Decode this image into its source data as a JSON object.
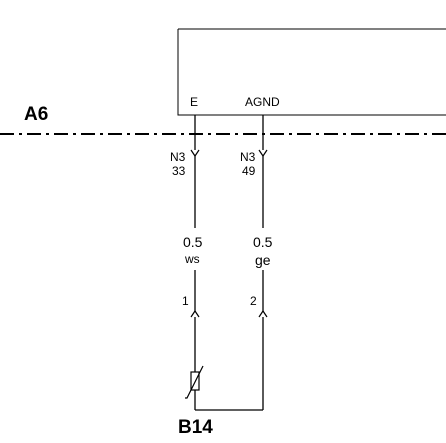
{
  "module_a6": {
    "label": "A6",
    "pin_e": "E",
    "pin_agnd": "AGND"
  },
  "connector_n3_left": {
    "name": "N3",
    "pin": "33"
  },
  "connector_n3_right": {
    "name": "N3",
    "pin": "49"
  },
  "wire_left": {
    "gauge": "0.5",
    "color_code": "ws"
  },
  "wire_right": {
    "gauge": "0.5",
    "color_code": "ge"
  },
  "sensor_pin_left": "1",
  "sensor_pin_right": "2",
  "sensor_b14": {
    "label": "B14"
  }
}
